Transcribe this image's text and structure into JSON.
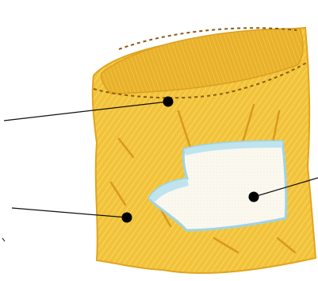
{
  "colors": {
    "bag_fill": "#f2c23a",
    "bag_light": "#f7d866",
    "bag_shadow": "#e0a521",
    "stitch": "#8a5a12",
    "diaper_fill": "#f8f5ec",
    "diaper_edge": "#9fd4e6",
    "leader_line": "#111111",
    "marker": "#000000"
  },
  "callouts": [
    {
      "name": "stitched-rim",
      "marker": "dot"
    },
    {
      "name": "bag-side",
      "marker": "dot"
    },
    {
      "name": "diaper",
      "marker": "dot"
    }
  ]
}
